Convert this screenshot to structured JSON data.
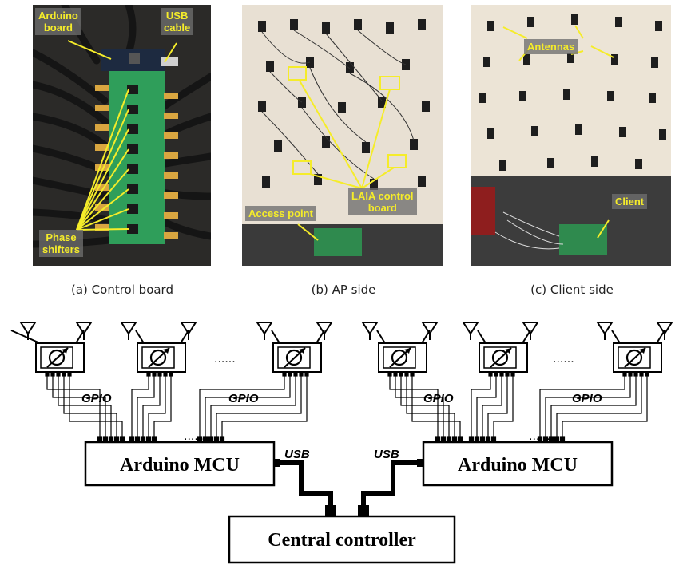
{
  "photos": {
    "a": {
      "caption": "(a) Control board",
      "labels": {
        "arduino": "Arduino\nboard",
        "usb": "USB\ncable",
        "phase": "Phase\nshifters"
      }
    },
    "b": {
      "caption": "(b) AP side",
      "labels": {
        "access_point": "Access point",
        "laia": "LAIA control\nboard"
      }
    },
    "c": {
      "caption": "(c) Client side",
      "labels": {
        "antennas": "Antennas",
        "client": "Client"
      }
    }
  },
  "diagram": {
    "mcu_left": "Arduino MCU",
    "mcu_right": "Arduino MCU",
    "controller": "Central controller",
    "gpio_label": "GPIO",
    "usb_label": "USB",
    "ellipsis": "......"
  },
  "colors": {
    "annotation": "#f5ec2a",
    "board_green": "#2f9e5a",
    "wall": "#e8e0d3"
  }
}
